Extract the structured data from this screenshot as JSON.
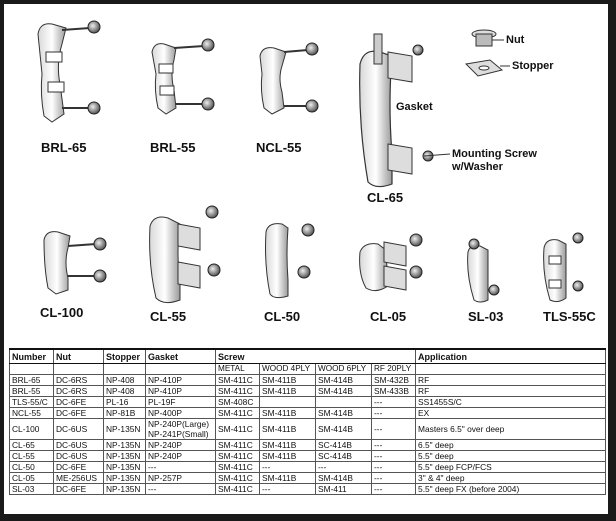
{
  "figure": {
    "labels": {
      "brl65": "BRL-65",
      "brl55": "BRL-55",
      "ncl55": "NCL-55",
      "cl65": "CL-65",
      "cl100": "CL-100",
      "cl55": "CL-55",
      "cl50": "CL-50",
      "cl05": "CL-05",
      "sl03": "SL-03",
      "tls55c": "TLS-55C"
    },
    "callouts": {
      "nut": "Nut",
      "stopper": "Stopper",
      "gasket": "Gasket",
      "mounting_screw_1": "Mounting Screw",
      "mounting_screw_2": "w/Washer"
    }
  },
  "table": {
    "headers": [
      "Number",
      "Nut",
      "Stopper",
      "Gasket",
      "Screw",
      "Application"
    ],
    "screw_sub": [
      "METAL",
      "WOOD 4PLY",
      "WOOD 6PLY",
      "RF 20PLY"
    ],
    "rows": [
      [
        "BRL-65",
        "DC-6RS",
        "NP-408",
        "NP-410P",
        "SM-411C",
        "SM-411B",
        "SM-414B",
        "SM-432B",
        "RF"
      ],
      [
        "BRL-55",
        "DC-6RS",
        "NP-408",
        "NP-410P",
        "SM-411C",
        "SM-411B",
        "SM-414B",
        "SM-433B",
        "RF"
      ],
      [
        "TLS-55/C",
        "DC-6FE",
        "PL-16",
        "PL-19F",
        "SM-408C",
        "",
        "",
        "---",
        "SS1455S/C"
      ],
      [
        "NCL-55",
        "DC-6FE",
        "NP-81B",
        "NP-400P",
        "SM-411C",
        "SM-411B",
        "SM-414B",
        "---",
        "EX"
      ],
      [
        "CL-100",
        "DC-6US",
        "NP-135N",
        "NP-240P(Large)\nNP-241P(Small)",
        "SM-411C",
        "SM-411B",
        "SM-414B",
        "---",
        "Masters  6.5\" over deep"
      ],
      [
        "CL-65",
        "DC-6US",
        "NP-135N",
        "NP-240P",
        "SM-411C",
        "SM-411B",
        "SC-414B",
        "---",
        "6.5\" deep"
      ],
      [
        "CL-55",
        "DC-6US",
        "NP-135N",
        "NP-240P",
        "SM-411C",
        "SM-411B",
        "SC-414B",
        "---",
        "5.5\" deep"
      ],
      [
        "CL-50",
        "DC-6FE",
        "NP-135N",
        "---",
        "SM-411C",
        "---",
        "---",
        "---",
        "5.5\" deep FCP/FCS"
      ],
      [
        "CL-05",
        "ME-256US",
        "NP-135N",
        "NP-257P",
        "SM-411C",
        "SM-411B",
        "SM-414B",
        "---",
        "3\" & 4\" deep"
      ],
      [
        "SL-03",
        "DC-6FE",
        "NP-135N",
        "---",
        "SM-411C",
        "---",
        "SM-411",
        "---",
        "5.5\" deep FX (before 2004)"
      ]
    ]
  }
}
